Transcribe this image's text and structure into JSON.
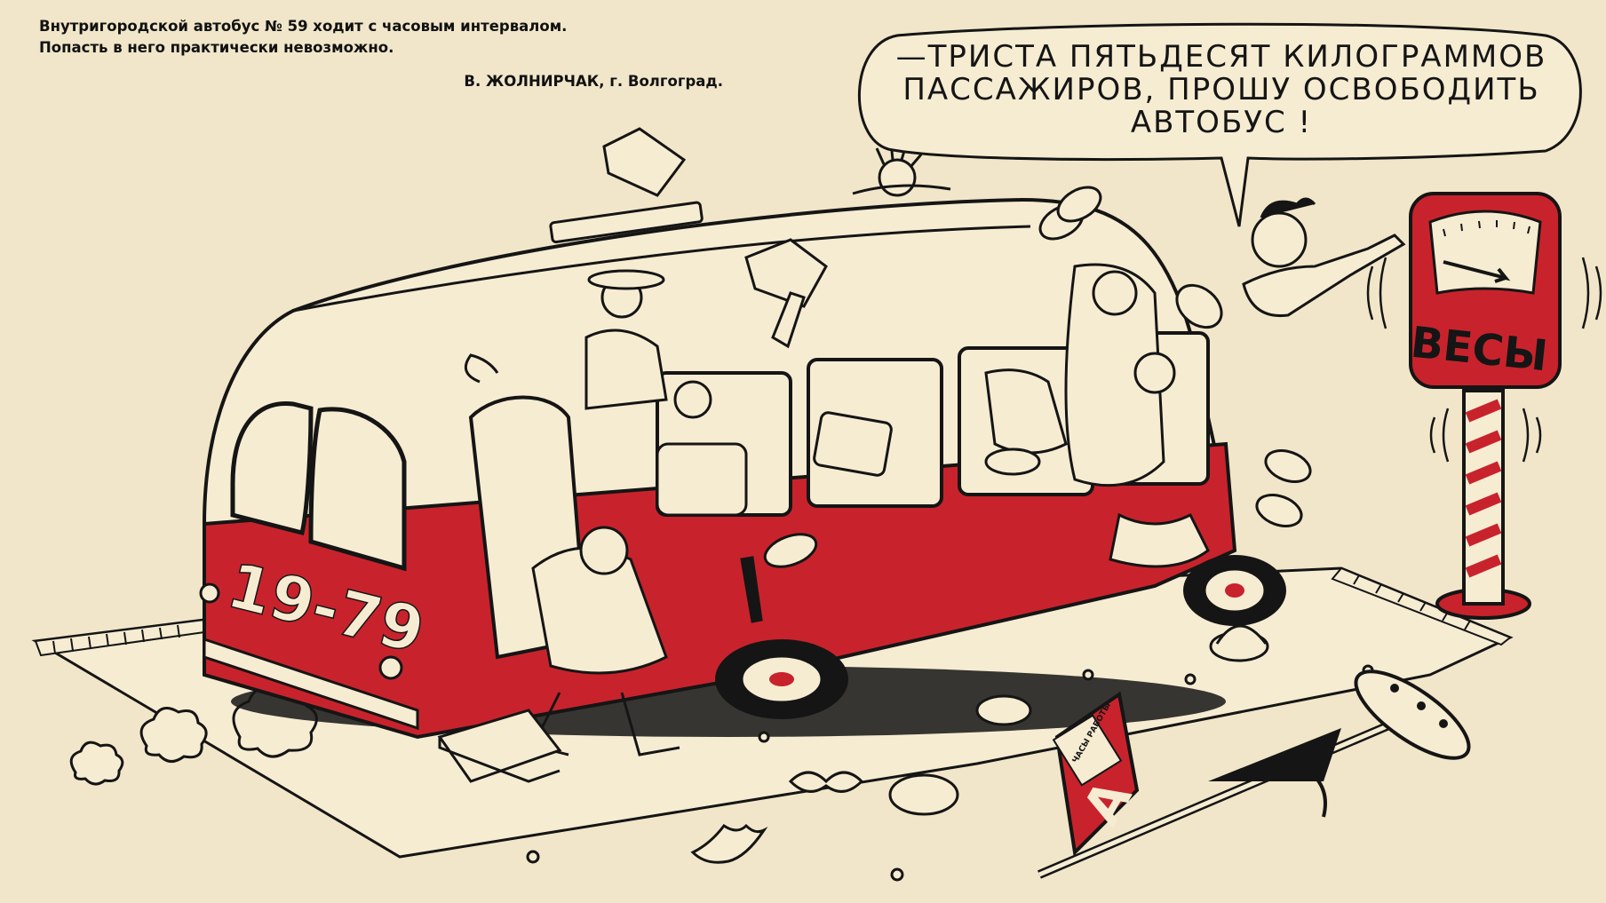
{
  "caption": {
    "line1": "Внутригородской автобус № 59 ходит с часовым интервалом.",
    "line2": "Попасть в него практически невозможно.",
    "author": "В. ЖОЛНИРЧАК, г. Волгоград."
  },
  "speech": {
    "line1": "—ТРИСТА ПЯТЬДЕСЯТ КИЛОГРАММОВ",
    "line2": "ПАССАЖИРОВ, ПРОШУ ОСВОБОДИТЬ",
    "line3": "АВТОБУС !"
  },
  "bus": {
    "number": "19-79"
  },
  "scale": {
    "label": "ВЕСЫ"
  },
  "sign": {
    "letter": "А",
    "small_text": "ЧАСЫ РАБОТЫ"
  },
  "colors": {
    "background": "#f1e6c9",
    "bus_red": "#c8232c",
    "ink": "#151515",
    "cream": "#f6ecd2"
  }
}
